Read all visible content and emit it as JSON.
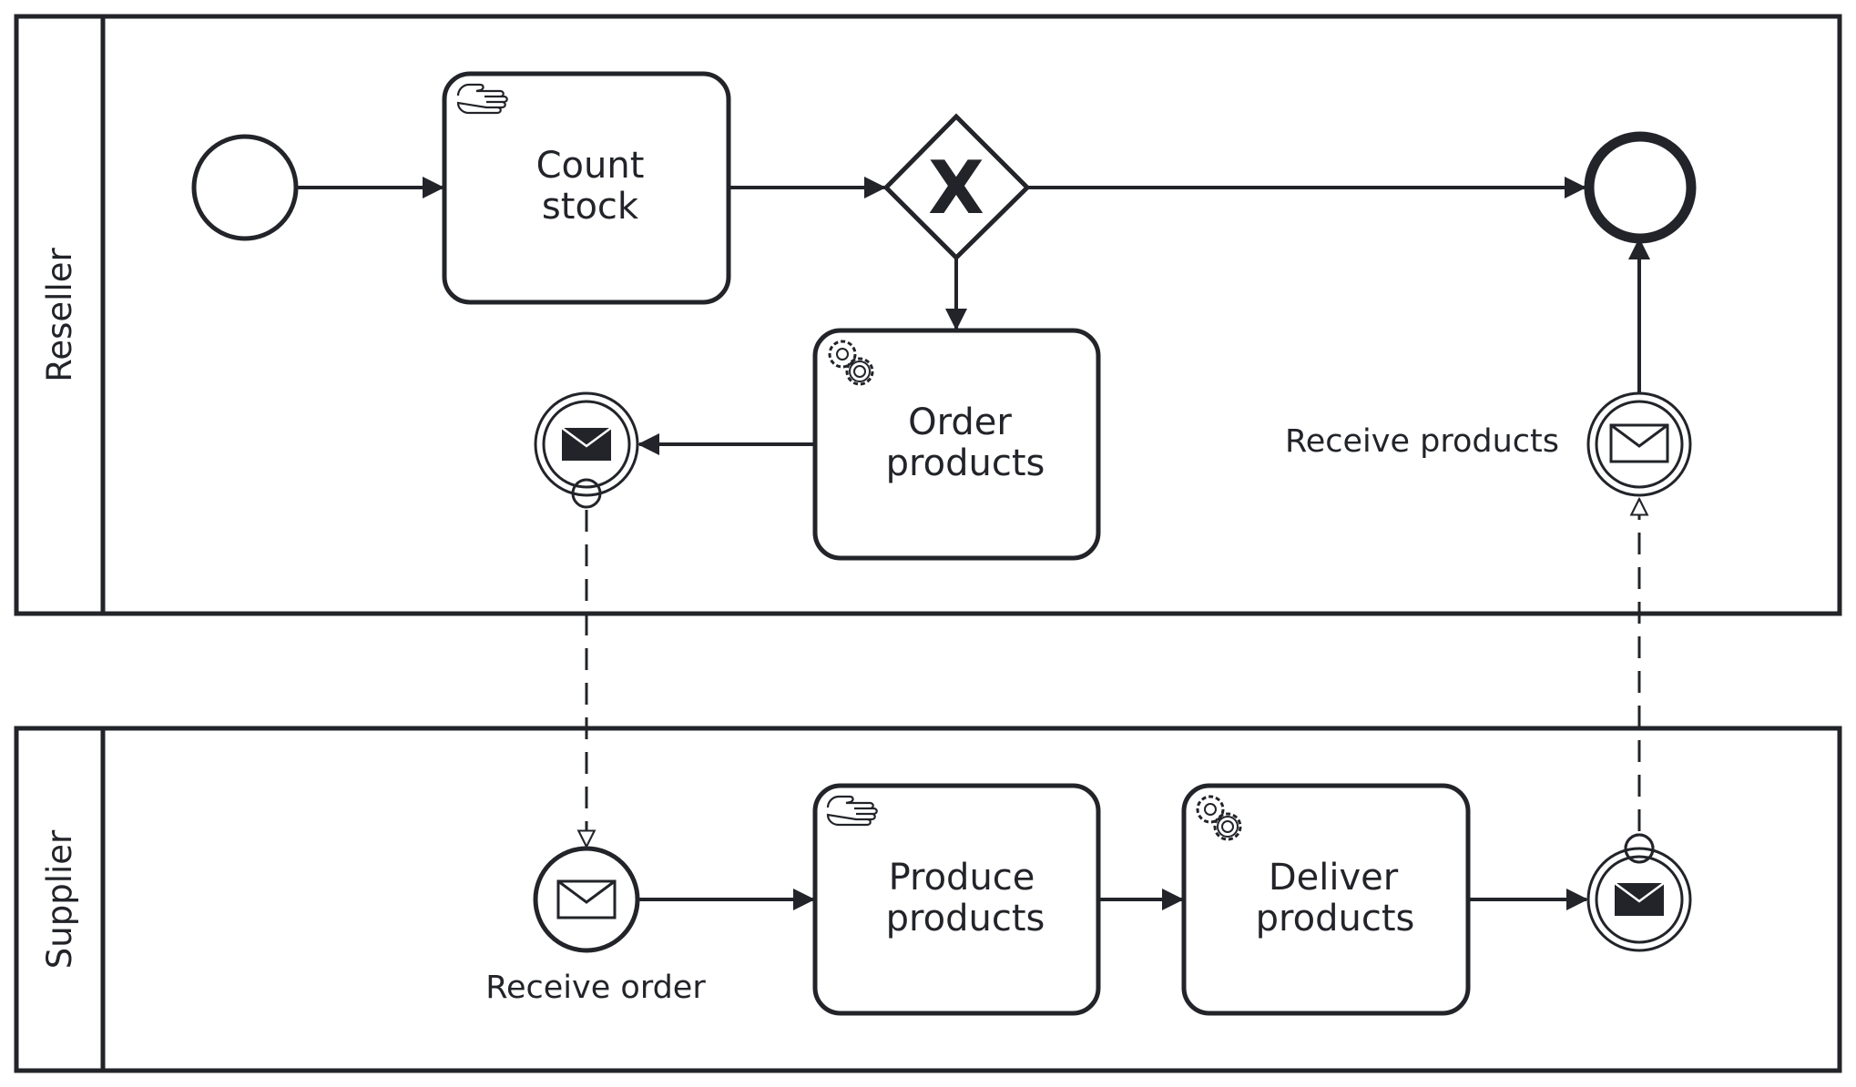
{
  "pools": {
    "reseller": {
      "label": "Reseller"
    },
    "supplier": {
      "label": "Supplier"
    }
  },
  "tasks": {
    "count_stock": {
      "line1": "Count",
      "line2": "stock",
      "type": "manual"
    },
    "order_products": {
      "line1": "Order",
      "line2": "products",
      "type": "service"
    },
    "produce_products": {
      "line1": "Produce",
      "line2": "products",
      "type": "manual"
    },
    "deliver_products": {
      "line1": "Deliver",
      "line2": "products",
      "type": "service"
    }
  },
  "events": {
    "receive_products": {
      "label": "Receive products",
      "type": "intermediate-message-catch"
    },
    "receive_order": {
      "label": "Receive order",
      "type": "message-start"
    }
  },
  "gateway": {
    "type": "exclusive",
    "marker": "X"
  },
  "colors": {
    "stroke": "#22242a",
    "background": "#ffffff"
  }
}
